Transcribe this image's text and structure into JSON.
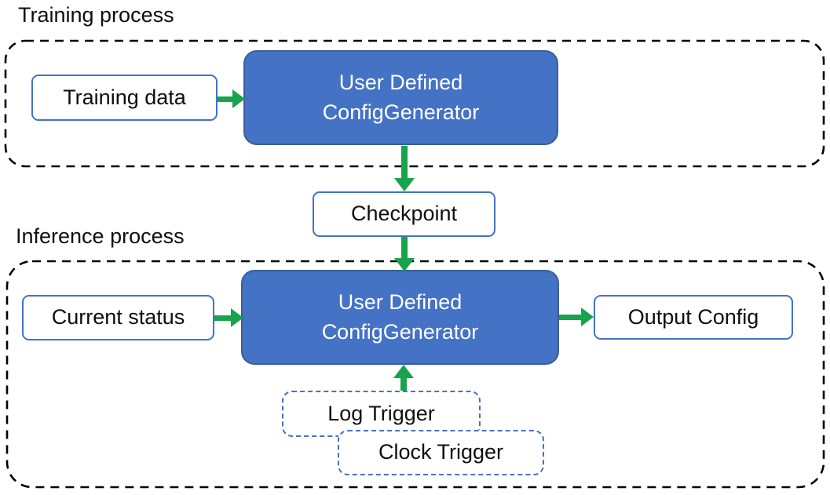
{
  "colors": {
    "accent_blue": "#4472c4",
    "accent_blue_dark": "#3a5f9b",
    "arrow_green": "#17a44c",
    "container_border": "#000000",
    "text_dark": "#0f0f0f",
    "text_light": "#ffffff",
    "box_bg": "#ffffff"
  },
  "training": {
    "title": "Training process",
    "input_label": "Training data",
    "generator": {
      "line1": "User Defined",
      "line2": "ConfigGenerator"
    }
  },
  "checkpoint": {
    "label": "Checkpoint"
  },
  "inference": {
    "title": "Inference process",
    "input_label": "Current status",
    "generator": {
      "line1": "User Defined",
      "line2": "ConfigGenerator"
    },
    "output_label": "Output Config",
    "log_trigger_label": "Log Trigger",
    "clock_trigger_label": "Clock Trigger"
  }
}
